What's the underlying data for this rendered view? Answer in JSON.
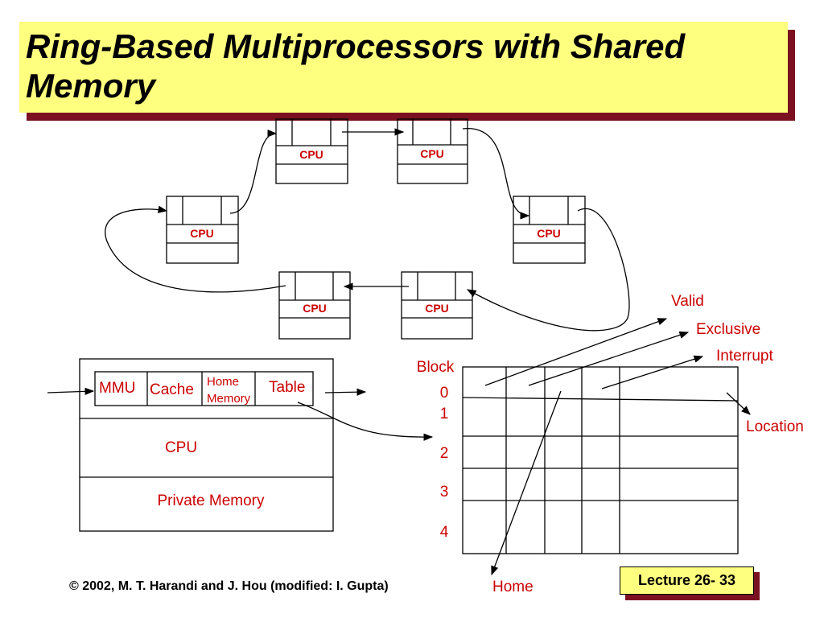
{
  "slide": {
    "title_line1": "Ring-Based Multiprocessors with Shared",
    "title_line2": "Memory",
    "footer": "© 2002, M. T. Harandi and J. Hou (modified: I. Gupta)",
    "lecture": "Lecture 26- 33"
  },
  "ring": {
    "node_label": "CPU"
  },
  "node": {
    "mmu": "MMU",
    "cache": "Cache",
    "home_memory_line1": "Home",
    "home_memory_line2": "Memory",
    "table": "Table",
    "cpu": "CPU",
    "private_memory": "Private Memory"
  },
  "table_diagram": {
    "block_header": "Block",
    "block_numbers": [
      "0",
      "1",
      "2",
      "3",
      "4"
    ],
    "labels": {
      "valid": "Valid",
      "exclusive": "Exclusive",
      "interrupt": "Interrupt",
      "location": "Location",
      "home": "Home"
    }
  },
  "colors": {
    "title_bg": "#ffff7f",
    "title_shadow": "#7b1020",
    "label_red": "#cc0000"
  }
}
